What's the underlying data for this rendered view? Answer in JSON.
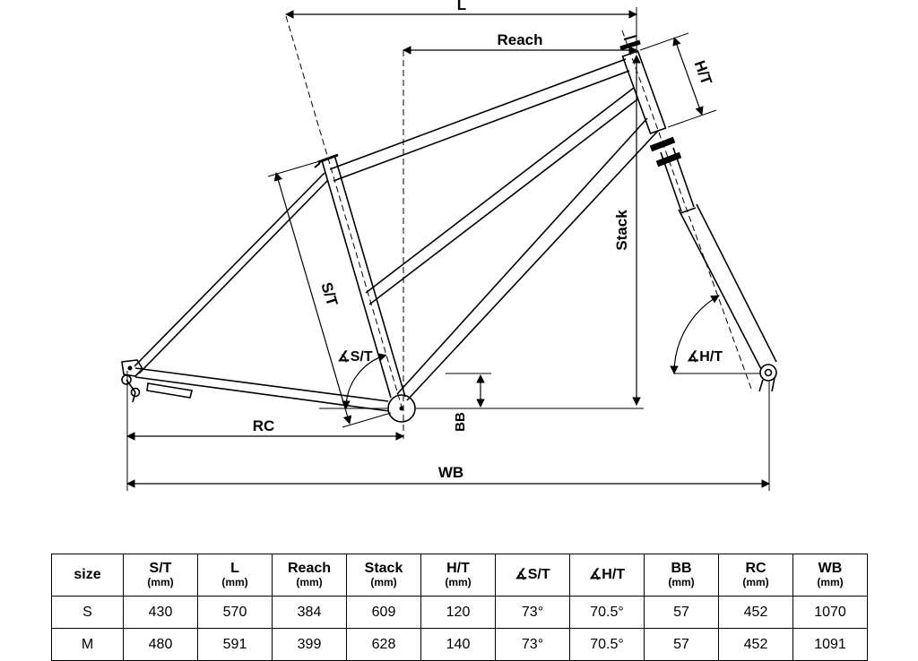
{
  "diagram": {
    "dimension_labels": {
      "l": "L",
      "reach": "Reach",
      "ht": "H/T",
      "stack": "Stack",
      "st": "S/T",
      "angle_st": "∡S/T",
      "angle_ht": "∡H/T",
      "bb": "BB",
      "rc": "RC",
      "wb": "WB"
    }
  },
  "table": {
    "header": [
      {
        "label": "size",
        "unit": ""
      },
      {
        "label": "S/T",
        "unit": "(mm)"
      },
      {
        "label": "L",
        "unit": "(mm)"
      },
      {
        "label": "Reach",
        "unit": "(mm)"
      },
      {
        "label": "Stack",
        "unit": "(mm)"
      },
      {
        "label": "H/T",
        "unit": "(mm)"
      },
      {
        "label": "∡S/T",
        "unit": ""
      },
      {
        "label": "∡H/T",
        "unit": ""
      },
      {
        "label": "BB",
        "unit": "(mm)"
      },
      {
        "label": "RC",
        "unit": "(mm)"
      },
      {
        "label": "WB",
        "unit": "(mm)"
      }
    ],
    "rows": [
      {
        "cells": [
          "S",
          "430",
          "570",
          "384",
          "609",
          "120",
          "73°",
          "70.5°",
          "57",
          "452",
          "1070"
        ]
      },
      {
        "cells": [
          "M",
          "480",
          "591",
          "399",
          "628",
          "140",
          "73°",
          "70.5°",
          "57",
          "452",
          "1091"
        ]
      }
    ]
  },
  "colors": {
    "line": "#000000",
    "background": "#ffffff"
  }
}
